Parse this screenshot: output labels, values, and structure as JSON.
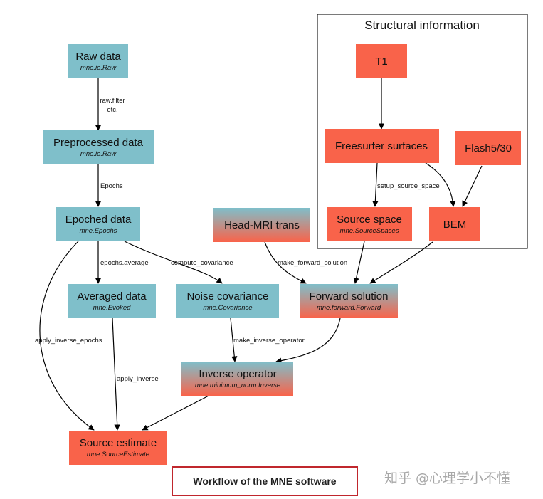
{
  "cluster": {
    "title": "Structural information"
  },
  "nodes": {
    "raw": {
      "title": "Raw data",
      "sub": "mne.io.Raw"
    },
    "preprocessed": {
      "title": "Preprocessed data",
      "sub": "mne.io.Raw"
    },
    "epoched": {
      "title": "Epoched data",
      "sub": "mne.Epochs"
    },
    "averaged": {
      "title": "Averaged data",
      "sub": "mne.Evoked"
    },
    "noise_cov": {
      "title": "Noise covariance",
      "sub": "mne.Covariance"
    },
    "head_mri": {
      "title": "Head-MRI trans",
      "sub": ""
    },
    "forward": {
      "title": "Forward solution",
      "sub": "mne.forward.Forward"
    },
    "inverse": {
      "title": "Inverse operator",
      "sub": "mne.minimum_norm.Inverse"
    },
    "source_est": {
      "title": "Source estimate",
      "sub": "mne.SourceEstimate"
    },
    "t1": {
      "title": "T1",
      "sub": ""
    },
    "freesurfer": {
      "title": "Freesurfer surfaces",
      "sub": ""
    },
    "flash": {
      "title": "Flash5/30",
      "sub": ""
    },
    "source_space": {
      "title": "Source space",
      "sub": "mne.SourceSpaces"
    },
    "bem": {
      "title": "BEM",
      "sub": ""
    }
  },
  "edges": {
    "raw_filter_1": "raw.filter",
    "raw_filter_2": "etc.",
    "epochs": "Epochs",
    "epochs_average": "epochs.average",
    "compute_covariance": "compute_covariance",
    "make_forward_solution": "make_forward_solution",
    "setup_source_space": "setup_source_space",
    "apply_inverse_epochs": "apply_inverse_epochs",
    "make_inverse_operator": "make_inverse_operator",
    "apply_inverse": "apply_inverse"
  },
  "caption": "Workflow of the MNE software",
  "watermark": "知乎 @心理学小不懂",
  "colors": {
    "data_node": "#7fbfca",
    "struct_node": "#f9634a",
    "cluster_border": "#222222",
    "caption_border": "#c0272d"
  }
}
